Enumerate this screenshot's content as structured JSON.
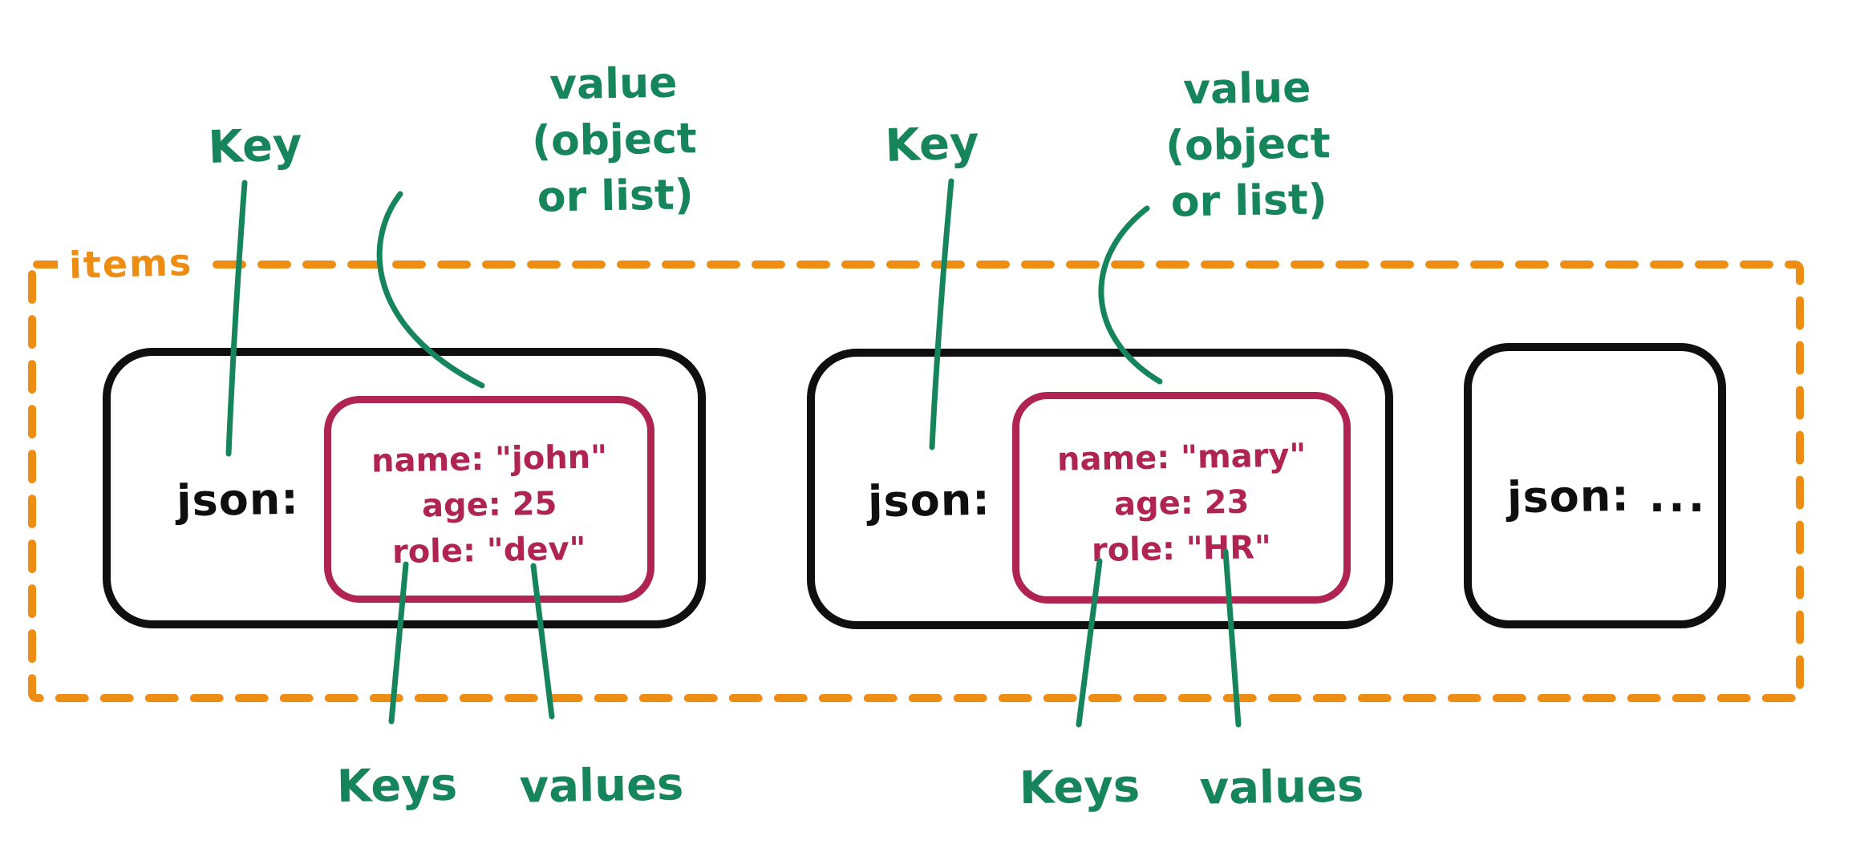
{
  "colors": {
    "green": "#17855C",
    "orange": "#EE8D13",
    "crimson": "#B02452",
    "ink": "#0F0F0F",
    "background": "#FFFFFF"
  },
  "group": {
    "label": "items"
  },
  "annotations": {
    "key_top": [
      "Key",
      "Key"
    ],
    "value_top_lines": [
      "value",
      "(object",
      "or list)"
    ],
    "keys_bottom": [
      "Keys",
      "Keys"
    ],
    "values_bottom": [
      "values",
      "values"
    ]
  },
  "records": [
    {
      "key": "json:",
      "object_lines": [
        "name: \"john\"",
        "age: 25",
        "role: \"dev\""
      ]
    },
    {
      "key": "json:",
      "object_lines": [
        "name: \"mary\"",
        "age: 23",
        "role: \"HR\""
      ]
    },
    {
      "key": "json:",
      "ellipsis": "..."
    }
  ]
}
